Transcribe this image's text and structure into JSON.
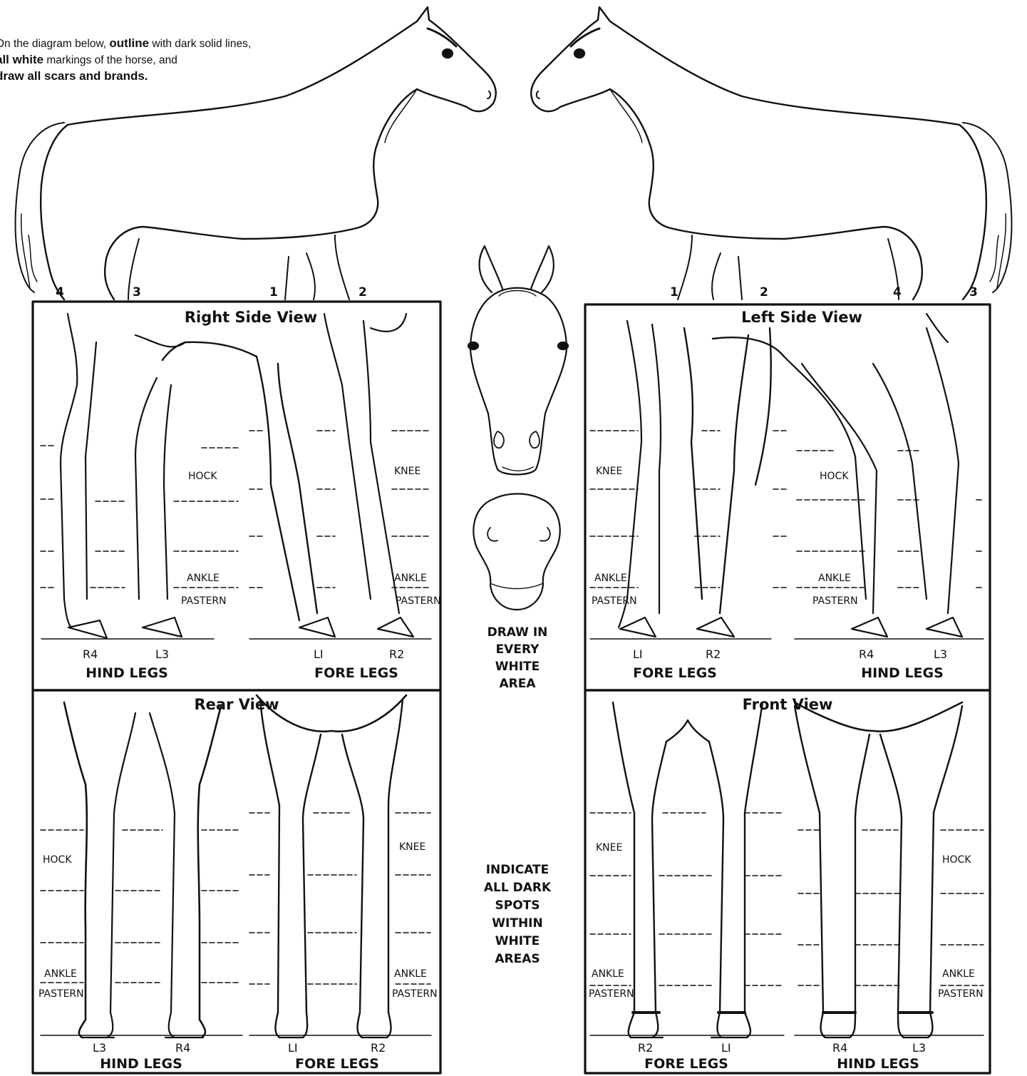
{
  "instructions": {
    "line1_pre": "On the diagram below, ",
    "line1_bold": "outline",
    "line1_post": " with dark solid lines,",
    "line2_bold": "all white",
    "line2_post": " markings of the horse, and",
    "line3_bold": "draw all scars and brands."
  },
  "leg_numbers": {
    "right_side": [
      "4",
      "3",
      "1",
      "2"
    ],
    "left_side": [
      "1",
      "2",
      "4",
      "3"
    ]
  },
  "panels": {
    "right_side": {
      "title": "Right Side View",
      "hind_label": "HIND LEGS",
      "fore_label": "FORE LEGS",
      "leg_ids": [
        "R4",
        "L3",
        "LI",
        "R2"
      ],
      "hock": "HOCK",
      "knee": "KNEE",
      "ankle": "ANKLE",
      "pastern": "PASTERN"
    },
    "left_side": {
      "title": "Left Side View",
      "fore_label": "FORE LEGS",
      "hind_label": "HIND LEGS",
      "leg_ids": [
        "LI",
        "R2",
        "R4",
        "L3"
      ],
      "hock": "HOCK",
      "knee": "KNEE",
      "ankle": "ANKLE",
      "pastern": "PASTERN"
    },
    "rear": {
      "title": "Rear View",
      "hind_label": "HIND LEGS",
      "fore_label": "FORE LEGS",
      "leg_ids": [
        "L3",
        "R4",
        "LI",
        "R2"
      ],
      "hock": "HOCK",
      "knee": "KNEE",
      "ankle": "ANKLE",
      "pastern": "PASTERN"
    },
    "front": {
      "title": "Front View",
      "fore_label": "FORE LEGS",
      "hind_label": "HIND LEGS",
      "leg_ids": [
        "R2",
        "LI",
        "R4",
        "L3"
      ],
      "hock": "HOCK",
      "knee": "KNEE",
      "ankle": "ANKLE",
      "pastern": "PASTERN"
    }
  },
  "center_text_1": [
    "DRAW IN",
    "EVERY",
    "WHITE",
    "AREA"
  ],
  "center_text_2": [
    "INDICATE",
    "ALL DARK",
    "SPOTS",
    "WITHIN",
    "WHITE",
    "AREAS"
  ],
  "colors": {
    "ink": "#111111",
    "paper": "#ffffff"
  }
}
